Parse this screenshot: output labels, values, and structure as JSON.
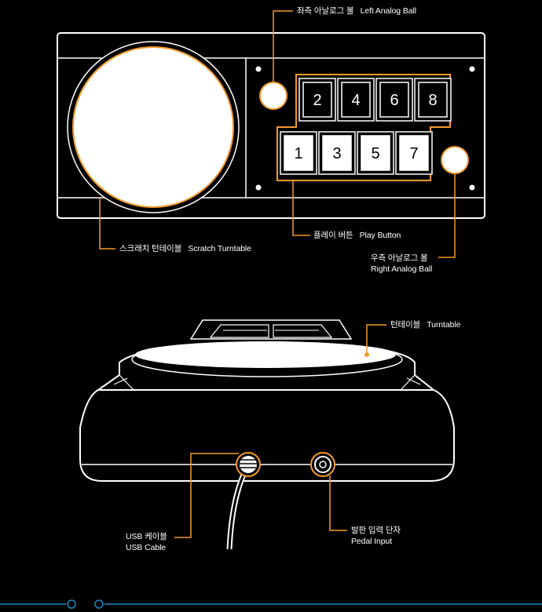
{
  "colors": {
    "accent": "#f39a2e",
    "outline": "#ffffff",
    "background": "#000000",
    "footer_line": "#1e86c8"
  },
  "top_view": {
    "buttons": [
      {
        "label": "1",
        "row": "bottom"
      },
      {
        "label": "2",
        "row": "top"
      },
      {
        "label": "3",
        "row": "bottom"
      },
      {
        "label": "4",
        "row": "top"
      },
      {
        "label": "5",
        "row": "bottom"
      },
      {
        "label": "6",
        "row": "top"
      },
      {
        "label": "7",
        "row": "bottom"
      },
      {
        "label": "8",
        "row": "top"
      }
    ]
  },
  "callouts": {
    "left_analog_ball": {
      "ko": "좌측 아날로그 볼",
      "en": "Left Analog Ball"
    },
    "scratch_turntable": {
      "ko": "스크래치 턴테이블",
      "en": "Scratch Turntable"
    },
    "play_button": {
      "ko": "플레이 버튼",
      "en": "Play Button"
    },
    "right_analog_ball": {
      "ko": "우측 아날로그 볼",
      "en": "Right Analog Ball"
    },
    "turntable": {
      "ko": "턴테이블",
      "en": "Turntable"
    },
    "usb_cable": {
      "ko": "USB 케이블",
      "en": "USB Cable"
    },
    "pedal_input": {
      "ko": "발판 입력 단자",
      "en": "Pedal Input"
    }
  }
}
